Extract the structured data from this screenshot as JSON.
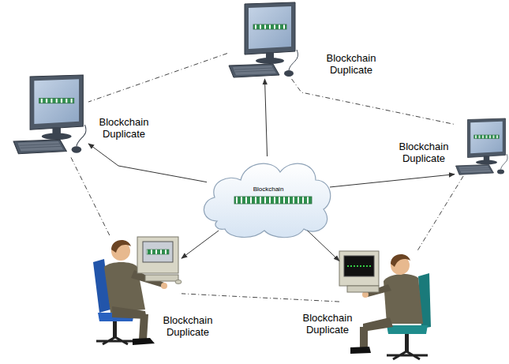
{
  "diagram": {
    "nodes": [
      {
        "text": [
          "Blockchain Duplicate"
        ]
      },
      {
        "text": [
          "Blockchain Duplicate"
        ]
      },
      {
        "text": [
          "Blockchain Duplicate"
        ]
      },
      {
        "text": [
          "Blockchain"
        ]
      },
      {
        "text": [
          "Blockchain Duplicate"
        ]
      },
      {
        "text": [
          "Blockchain Duplicate"
        ]
      }
    ],
    "edges": [
      {
        "from": 3,
        "to": 0,
        "arrow": "to"
      },
      {
        "from": 3,
        "to": 1,
        "arrow": "to"
      },
      {
        "from": 3,
        "to": 2,
        "arrow": "to"
      },
      {
        "from": 3,
        "to": 4,
        "arrow": "to"
      },
      {
        "from": 3,
        "to": 5,
        "arrow": "to"
      },
      {
        "from": 0,
        "to": 1,
        "arrow": "none"
      },
      {
        "from": 0,
        "to": 2,
        "arrow": "none"
      },
      {
        "from": 2,
        "to": 5,
        "arrow": "none"
      },
      {
        "from": 5,
        "to": 4,
        "arrow": "none"
      },
      {
        "from": 4,
        "to": 1,
        "arrow": "none"
      }
    ]
  }
}
